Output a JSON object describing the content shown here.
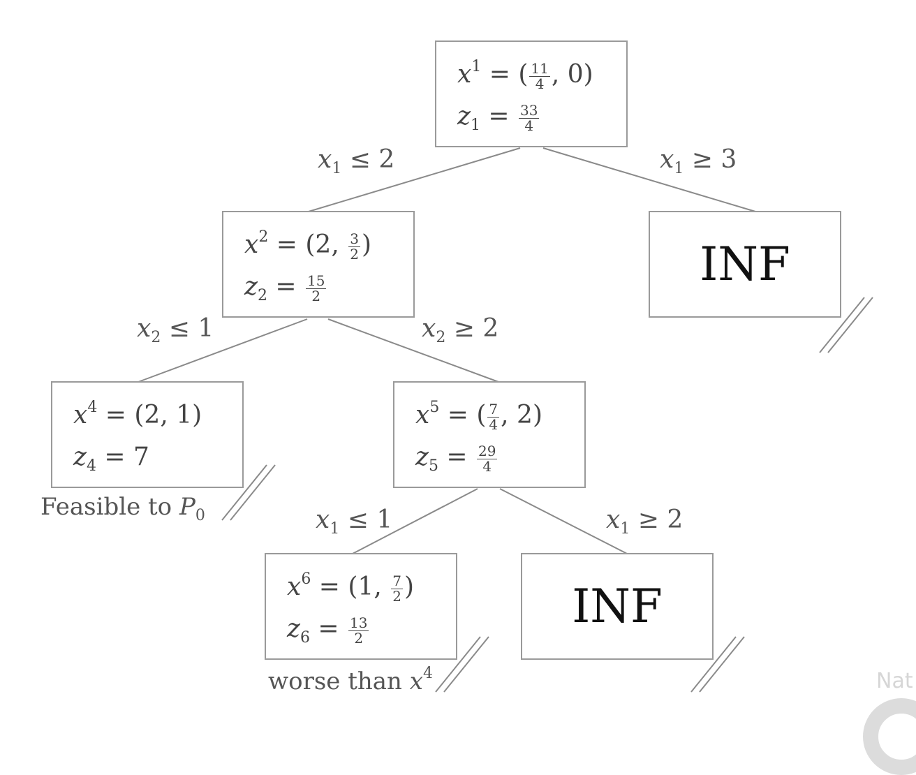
{
  "nodes": {
    "n1": {
      "var": "x",
      "sup": "1",
      "open": "(",
      "frac_num": "11",
      "frac_den": "4",
      "rest": ", 0)",
      "z_var": "z",
      "z_sub": "1",
      "z_frac_num": "33",
      "z_frac_den": "4"
    },
    "n2": {
      "var": "x",
      "sup": "2",
      "open": "(2, ",
      "frac_num": "3",
      "frac_den": "2",
      "rest": ")",
      "z_var": "z",
      "z_sub": "2",
      "z_frac_num": "15",
      "z_frac_den": "2"
    },
    "n4": {
      "var": "x",
      "sup": "4",
      "text": "(2, 1)",
      "z_var": "z",
      "z_sub": "4",
      "z_value": "7"
    },
    "n5": {
      "var": "x",
      "sup": "5",
      "open": "(",
      "frac_num": "7",
      "frac_den": "4",
      "rest": ", 2)",
      "z_var": "z",
      "z_sub": "5",
      "z_frac_num": "29",
      "z_frac_den": "4"
    },
    "n6": {
      "var": "x",
      "sup": "6",
      "open": "(1, ",
      "frac_num": "7",
      "frac_den": "2",
      "rest": ")",
      "z_var": "z",
      "z_sub": "6",
      "z_frac_num": "13",
      "z_frac_den": "2"
    },
    "inf_right": {
      "label": "INF"
    },
    "inf_bottom": {
      "label": "INF"
    }
  },
  "edges": {
    "e1": {
      "var": "x",
      "sub": "1",
      "rel": "≤ 2"
    },
    "e2": {
      "var": "x",
      "sub": "1",
      "rel": "≥ 3"
    },
    "e3": {
      "var": "x",
      "sub": "2",
      "rel": "≤ 1"
    },
    "e4": {
      "var": "x",
      "sub": "2",
      "rel": "≥ 2"
    },
    "e5": {
      "var": "x",
      "sub": "1",
      "rel": "≤ 1"
    },
    "e6": {
      "var": "x",
      "sub": "1",
      "rel": "≥ 2"
    }
  },
  "notes": {
    "feasible": {
      "text": "Feasible to ",
      "var": "P",
      "sub": "0"
    },
    "worse": {
      "text": "worse than ",
      "var": "x",
      "sup": "4"
    }
  },
  "watermark": {
    "text": "Nat"
  },
  "colors": {
    "line": "#8a8a8a",
    "border": "#9a9a9a",
    "text": "#444444"
  }
}
